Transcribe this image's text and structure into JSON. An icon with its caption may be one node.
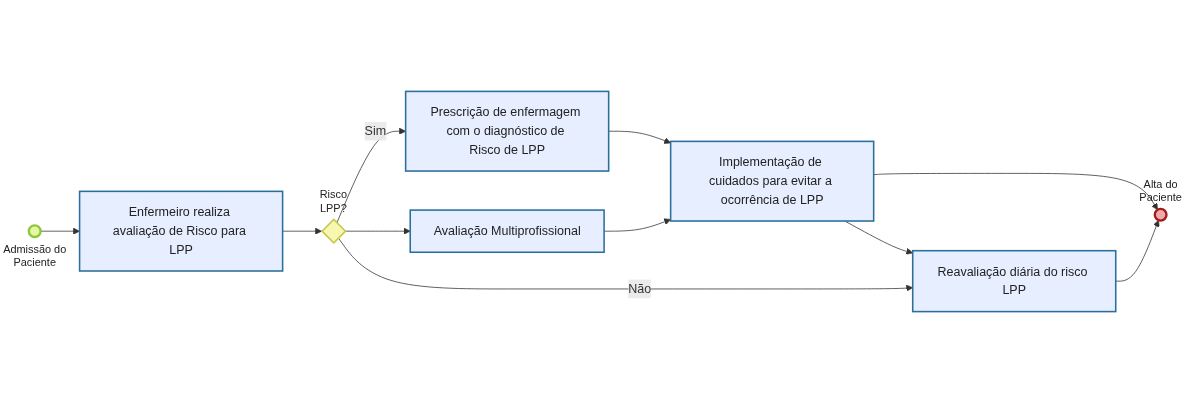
{
  "diagram": {
    "nodes": [
      {
        "text": [],
        "shape": "circle",
        "beside": [
          "Admissão do Paciente"
        ]
      },
      {
        "text": [
          "Enfermeiro realiza avaliação de Risco para LPP"
        ]
      },
      {
        "text": [],
        "shape": "diamond",
        "beside": [
          "Risco LPP?"
        ]
      },
      {
        "text": [
          "Prescrição de enfermagem com o diagnóstico de Risco de LPP"
        ]
      },
      {
        "text": [
          "Avaliação Multiprofissional"
        ]
      },
      {
        "text": [
          "Implementação de cuidados para evitar a ocorrência de LPP"
        ]
      },
      {
        "text": [],
        "shape": "circle",
        "beside": [
          "Alta do Paciente"
        ]
      },
      {
        "text": [
          "Reavaliação diária do risco LPP"
        ]
      }
    ],
    "edges": [
      {
        "from": 0,
        "to": 1,
        "arrow": "to"
      },
      {
        "from": 1,
        "to": 2,
        "arrow": "to"
      },
      {
        "from": 2,
        "to": 3,
        "arrow": "to",
        "label": "Sim"
      },
      {
        "from": 2,
        "to": 4,
        "arrow": "to"
      },
      {
        "from": 3,
        "to": 5,
        "arrow": "to"
      },
      {
        "from": 4,
        "to": 5,
        "arrow": "to"
      },
      {
        "from": 5,
        "to": 6,
        "arrow": "to"
      },
      {
        "from": 5,
        "to": 7,
        "arrow": "to"
      },
      {
        "from": 2,
        "to": 7,
        "arrow": "to",
        "label": "Não"
      },
      {
        "from": 7,
        "to": 6,
        "arrow": "to"
      }
    ]
  }
}
